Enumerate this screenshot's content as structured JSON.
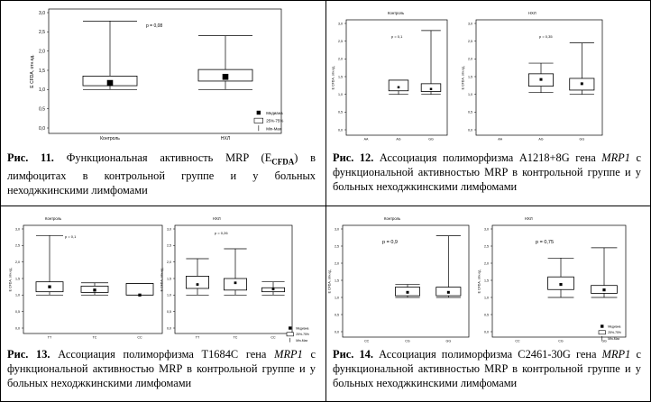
{
  "panels": [
    {
      "id": "fig11",
      "caption": {
        "label": "Рис. 11.",
        "text_before": " Функциональная активность MRP (E",
        "sub": "CFDA",
        "text_after": ") в лимфоцитах в контрольной группе и у больных неходжкинскими лимфомами",
        "italic_gene": ""
      },
      "charts": [
        {
          "id": "fig11a",
          "title": "",
          "ylabel": "E CFDA, отн.ед.",
          "yticks": [
            "3,0",
            "2,5",
            "2,0",
            "1,5",
            "1,0",
            "0,5",
            "0,0"
          ],
          "ylim": [
            0,
            3
          ],
          "categories": [
            "Контроль",
            "НХЛ"
          ],
          "pvalue": "p = 0,08",
          "boxes": [
            {
              "cat": "Контроль",
              "min": 1.0,
              "q1": 1.1,
              "median": 1.17,
              "q3": 1.35,
              "max": 2.78
            },
            {
              "cat": "НХЛ",
              "min": 1.0,
              "q1": 1.22,
              "median": 1.33,
              "q3": 1.52,
              "max": 2.4
            }
          ],
          "legend": [
            "Медиана",
            "25%-75%",
            "Min-Max"
          ]
        }
      ]
    },
    {
      "id": "fig12",
      "caption": {
        "label": "Рис. 12.",
        "text_before": " Ассоциация полиморфизма A1218+8G гена ",
        "italic_gene": "MRP1",
        "text_after": " с функциональной активностью MRP в контрольной группе и у больных неходжкинскими лимфомами",
        "sub": ""
      },
      "charts": [
        {
          "id": "fig12a",
          "title": "Контроль",
          "ylabel": "E CFDA, отн.ед.",
          "yticks": [
            "3,0",
            "2,5",
            "2,0",
            "1,5",
            "1,0",
            "0,5",
            "0,0"
          ],
          "ylim": [
            0,
            3
          ],
          "categories": [
            "AA",
            "AG",
            "GG"
          ],
          "pvalue": "p = 0,1",
          "boxes": [
            {
              "cat": "AG",
              "min": 1.0,
              "q1": 1.1,
              "median": 1.2,
              "q3": 1.4,
              "max": 1.4
            },
            {
              "cat": "GG",
              "min": 1.0,
              "q1": 1.08,
              "median": 1.15,
              "q3": 1.3,
              "max": 2.8
            }
          ],
          "legend": []
        },
        {
          "id": "fig12b",
          "title": "НХЛ",
          "ylabel": "E CFDA, отн.ед.",
          "yticks": [
            "3,0",
            "2,5",
            "2,0",
            "1,5",
            "1,0",
            "0,5",
            "0,0"
          ],
          "ylim": [
            0,
            3
          ],
          "categories": [
            "AA",
            "AG",
            "GG"
          ],
          "pvalue": "p = 0,35",
          "boxes": [
            {
              "cat": "AG",
              "min": 1.05,
              "q1": 1.23,
              "median": 1.42,
              "q3": 1.58,
              "max": 1.88
            },
            {
              "cat": "GG",
              "min": 1.0,
              "q1": 1.12,
              "median": 1.3,
              "q3": 1.45,
              "max": 2.45
            }
          ],
          "legend": []
        }
      ]
    },
    {
      "id": "fig13",
      "caption": {
        "label": "Рис. 13.",
        "text_before": " Ассоциация полиморфизма T1684C гена ",
        "italic_gene": "MRP1",
        "text_after": " с функциональной активностью MRP в контрольной группе и у больных неходжкинскими лимфомами",
        "sub": ""
      },
      "charts": [
        {
          "id": "fig13a",
          "title": "Контроль",
          "ylabel": "E CFDA, отн.ед.",
          "yticks": [
            "3,0",
            "2,5",
            "2,0",
            "1,5",
            "1,0",
            "0,5",
            "0,0"
          ],
          "ylim": [
            0,
            3
          ],
          "categories": [
            "TT",
            "TC",
            "CC"
          ],
          "pvalue": "p = 0,1",
          "boxes": [
            {
              "cat": "TT",
              "min": 1.0,
              "q1": 1.1,
              "median": 1.25,
              "q3": 1.4,
              "max": 2.8
            },
            {
              "cat": "TC",
              "min": 1.0,
              "q1": 1.08,
              "median": 1.15,
              "q3": 1.27,
              "max": 1.37
            },
            {
              "cat": "CC",
              "min": 1.0,
              "q1": 1.0,
              "median": 1.0,
              "q3": 1.35,
              "max": 1.35
            }
          ],
          "legend": []
        },
        {
          "id": "fig13b",
          "title": "НХЛ",
          "ylabel": "E CFDA, отн.ед.",
          "yticks": [
            "3,0",
            "2,5",
            "2,0",
            "1,5",
            "1,0",
            "0,5",
            "0,0"
          ],
          "ylim": [
            0,
            3
          ],
          "categories": [
            "TT",
            "TC",
            "CC"
          ],
          "pvalue": "p = 0,26",
          "boxes": [
            {
              "cat": "TT",
              "min": 1.0,
              "q1": 1.2,
              "median": 1.32,
              "q3": 1.57,
              "max": 2.1
            },
            {
              "cat": "TC",
              "min": 1.0,
              "q1": 1.15,
              "median": 1.37,
              "q3": 1.5,
              "max": 2.4
            },
            {
              "cat": "CC",
              "min": 1.0,
              "q1": 1.1,
              "median": 1.18,
              "q3": 1.22,
              "max": 1.4
            }
          ],
          "legend": [
            "Медиана",
            "25%-75%",
            "Min-Max"
          ]
        }
      ]
    },
    {
      "id": "fig14",
      "caption": {
        "label": "Рис. 14.",
        "text_before": " Ассоциация полиморфизма C2461-30G гена ",
        "italic_gene": "MRP1",
        "text_after": " с функциональной активностью MRP в контрольной группе и у больных неходжкинскими лимфомами",
        "sub": ""
      },
      "charts": [
        {
          "id": "fig14a",
          "title": "Контроль",
          "ylabel": "E CFDA, отн.ед.",
          "yticks": [
            "3,0",
            "2,5",
            "2,0",
            "1,5",
            "1,0",
            "0,5",
            "0,0"
          ],
          "ylim": [
            0,
            3
          ],
          "categories": [
            "CC",
            "CG",
            "GG"
          ],
          "pvalue": "p = 0,9",
          "boxes": [
            {
              "cat": "CG",
              "min": 1.0,
              "q1": 1.05,
              "median": 1.15,
              "q3": 1.3,
              "max": 1.38
            },
            {
              "cat": "GG",
              "min": 1.0,
              "q1": 1.05,
              "median": 1.15,
              "q3": 1.3,
              "max": 2.8
            }
          ],
          "legend": []
        },
        {
          "id": "fig14b",
          "title": "НХЛ",
          "ylabel": "E CFDA, отн.ед.",
          "yticks": [
            "3,0",
            "2,5",
            "2,0",
            "1,5",
            "1,0",
            "0,5",
            "0,0"
          ],
          "ylim": [
            0,
            3
          ],
          "categories": [
            "CC",
            "CG",
            "GG"
          ],
          "pvalue": "p = 0,75",
          "boxes": [
            {
              "cat": "CG",
              "min": 1.0,
              "q1": 1.23,
              "median": 1.38,
              "q3": 1.6,
              "max": 2.15
            },
            {
              "cat": "GG",
              "min": 1.0,
              "q1": 1.12,
              "median": 1.22,
              "q3": 1.35,
              "max": 2.45
            }
          ],
          "legend": [
            "Медиана",
            "25%-75%",
            "Min-Max"
          ]
        }
      ]
    }
  ]
}
